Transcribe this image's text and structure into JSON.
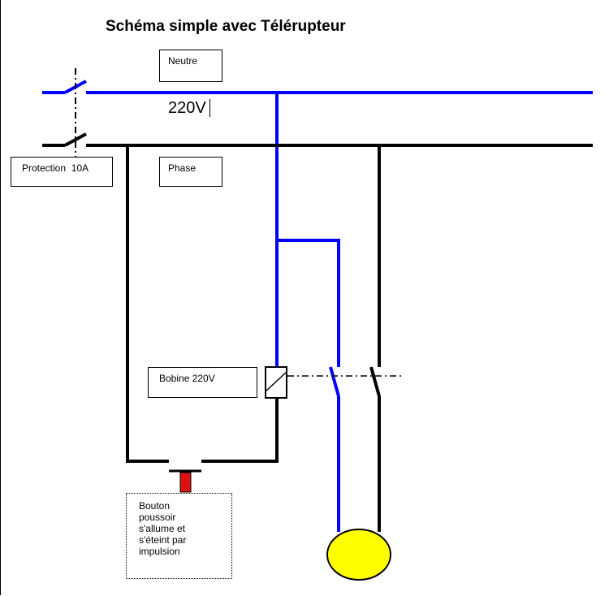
{
  "title": "Schéma simple avec Télérupteur",
  "labels": {
    "neutre": "Neutre",
    "voltage": "220V",
    "phase": "Phase",
    "protection": "Protection  10A",
    "bobine": "Bobine 220V"
  },
  "note": {
    "lines": [
      "Bouton",
      "poussoir",
      "s'allume et",
      "s'éteint par",
      "impulsion"
    ]
  },
  "colors": {
    "neutral_wire": "#0000ff",
    "phase_wire": "#000000",
    "button": "#dd1111",
    "lamp": "#ffff00"
  }
}
